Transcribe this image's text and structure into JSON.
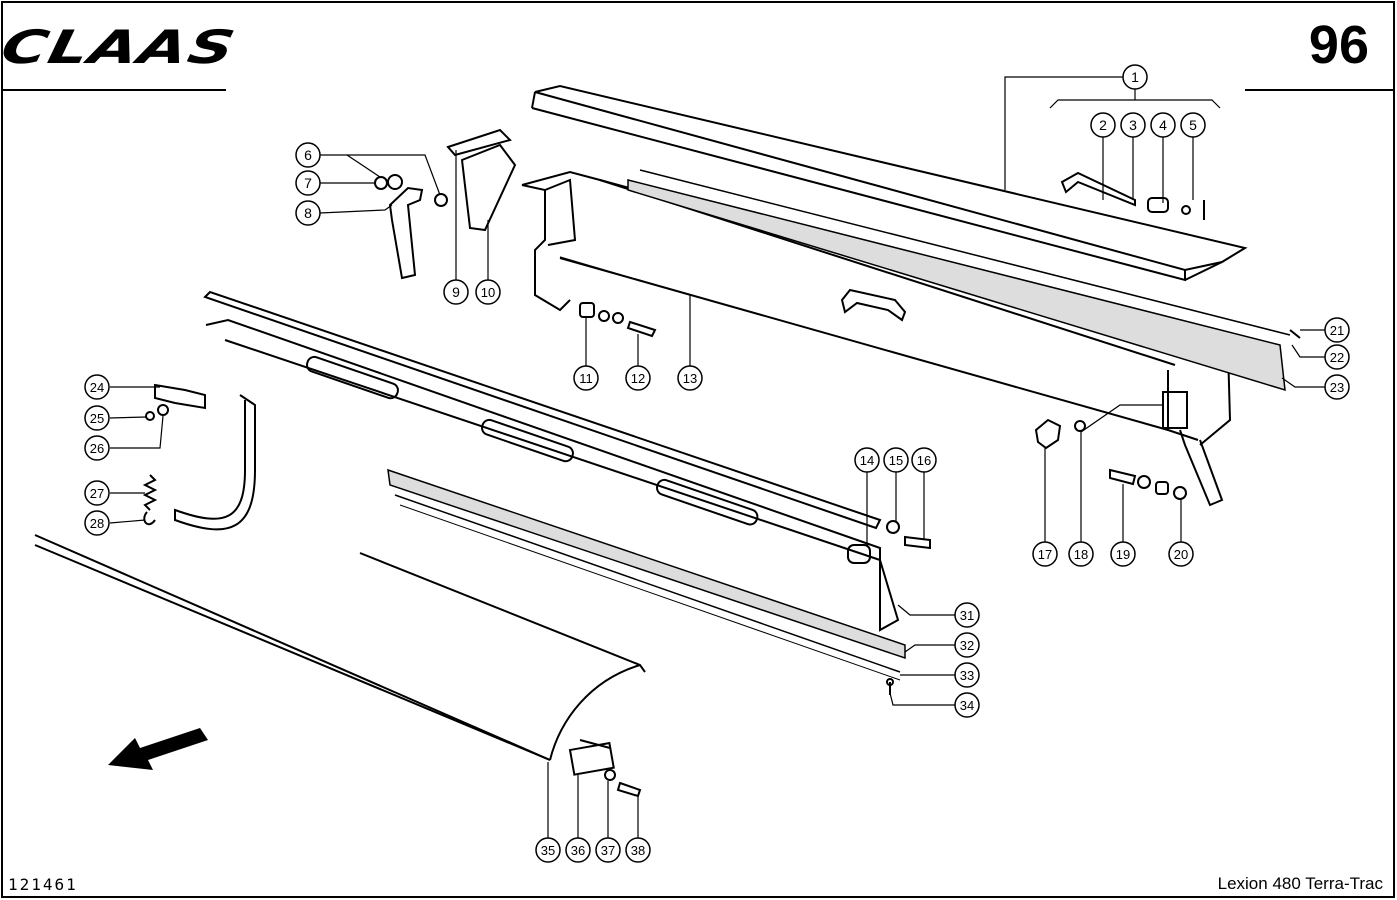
{
  "header": {
    "brand": "CLAAS",
    "page_number": "96"
  },
  "footer": {
    "drawing_number": "121461",
    "model": "Lexion 480 Terra-Trac"
  },
  "callouts": [
    "1",
    "2",
    "3",
    "4",
    "5",
    "6",
    "7",
    "8",
    "9",
    "10",
    "11",
    "12",
    "13",
    "14",
    "15",
    "16",
    "17",
    "18",
    "19",
    "20",
    "21",
    "22",
    "23",
    "24",
    "25",
    "26",
    "27",
    "28",
    "31",
    "32",
    "33",
    "34",
    "35",
    "36",
    "37",
    "38"
  ]
}
